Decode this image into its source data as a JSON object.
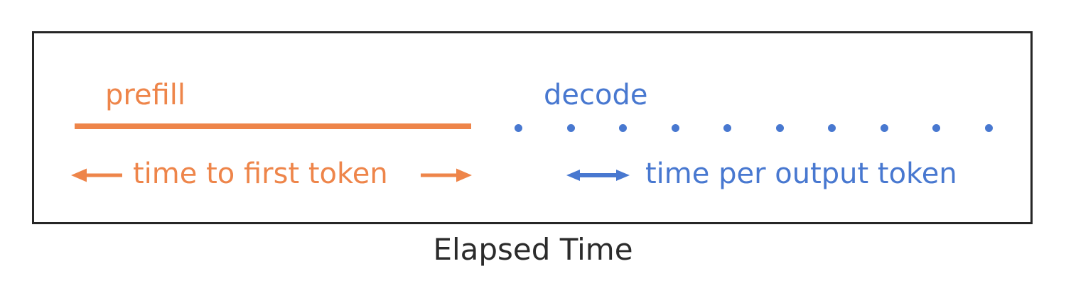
{
  "colors": {
    "accent_orange": "#ee854a",
    "accent_blue": "#4878d0",
    "box_border": "#262626",
    "label_dark": "#2b2b2b",
    "background": "#ffffff"
  },
  "figure": {
    "prefill_label": "prefill",
    "prefill_caption": "time to first token",
    "decode_label": "decode",
    "decode_caption": "time per output token",
    "decode_dot_count": 10,
    "x_axis_label": "Elapsed Time"
  }
}
